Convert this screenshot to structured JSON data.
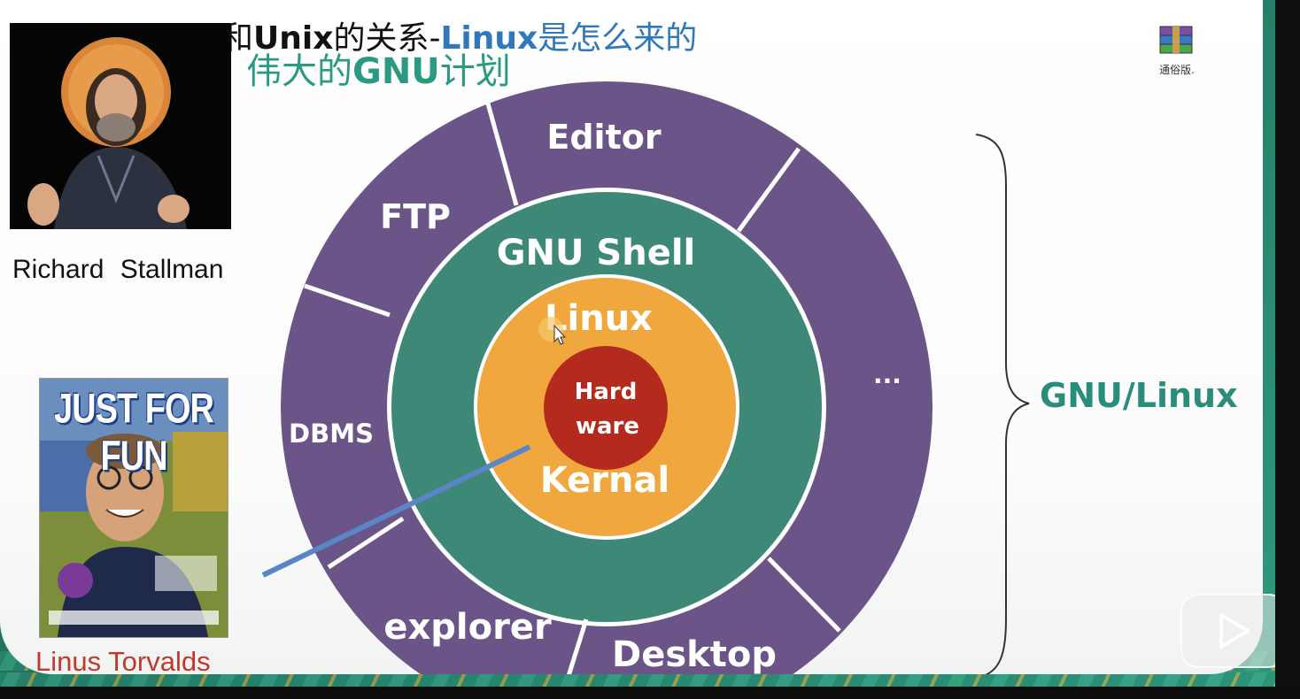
{
  "slide": {
    "title_prefix": "和",
    "title_unix": "Unix",
    "title_mid": "的关系-",
    "title_linux": "Linux",
    "title_suffix": "是怎么来的",
    "subtitle_prefix": "伟大的",
    "subtitle_gnu": "GNU",
    "subtitle_suffix": "计划"
  },
  "people": {
    "rms_caption": "Richard  Stallman",
    "linus_caption": "Linus Torvalds",
    "book_title": "JUST FOR FUN"
  },
  "diagram": {
    "outer_apps": {
      "editor": "Editor",
      "ftp": "FTP",
      "dbms": "DBMS",
      "explorer": "explorer",
      "desktop": "Desktop",
      "more": "..."
    },
    "shell_label": "GNU Shell",
    "kernel_top_label": "Linux",
    "kernel_bottom_label": "Kernal",
    "hardware_line1": "Hard",
    "hardware_line2": "ware",
    "brace_label": "GNU/Linux",
    "colors": {
      "outer_ring": "#6a5488",
      "shell_ring": "#3d8877",
      "kernel": "#f0a83e",
      "hardware": "#b42a1c",
      "accent_text": "#2a8c7a",
      "pointer_line": "#5a86c8"
    }
  },
  "desktop_icon": {
    "name": "winrar-archive-icon",
    "label": "通俗版."
  },
  "player": {
    "play_icon": "play-icon"
  }
}
